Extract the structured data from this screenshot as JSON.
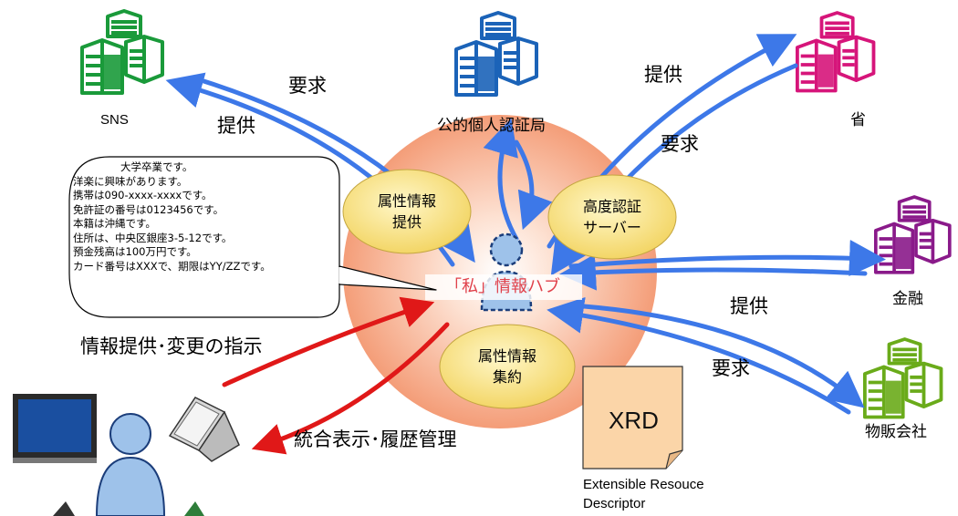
{
  "nodes": {
    "sns": "SNS",
    "jpki": "公的個人認証局",
    "ministry": "省",
    "finance": "金融",
    "retail": "物販会社"
  },
  "hub": {
    "label": "「私」情報ハブ",
    "attr_provide": [
      "属性情報",
      "提供"
    ],
    "auth_server": [
      "高度認証",
      "サーバー"
    ],
    "attr_aggregate": [
      "属性情報",
      "集約"
    ]
  },
  "arrows": {
    "sns_request": "要求",
    "sns_provide": "提供",
    "ministry_provide": "提供",
    "ministry_request": "要求",
    "retail_provide": "提供",
    "retail_request": "要求",
    "instruction": "情報提供･変更の指示",
    "integrated_view": "統合表示･履歴管理"
  },
  "bubble": [
    "大学卒業です。",
    "洋楽に興味があります。",
    "携帯は090-xxxx-xxxxです。",
    "免許証の番号は0123456です。",
    "本籍は沖縄です。",
    "住所は、中央区銀座3-5-12です。",
    "預金残高は100万円です。",
    "カード番号はXXXで、期限はYY/ZZです。"
  ],
  "xrd": {
    "label": "XRD",
    "caption_line1": "Extensible Resouce",
    "caption_line2": "Descriptor"
  },
  "colors": {
    "sns": "#1a9a3a",
    "jpki": "#1b63b8",
    "ministry": "#d6157a",
    "finance": "#8a1a8a",
    "retail": "#6aab1a",
    "blue_arrow": "#3d78e8",
    "red_arrow": "#e01818",
    "hub_glow": "#f7a27a",
    "oval": "#f5dc6e"
  }
}
